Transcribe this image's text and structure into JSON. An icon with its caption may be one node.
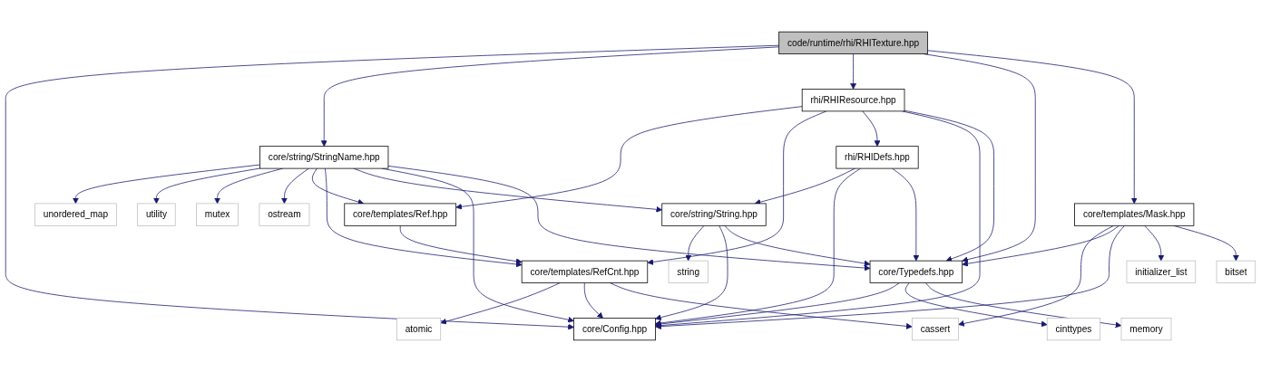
{
  "diagram": {
    "nodes": [
      {
        "text": [
          "code/runtime/rhi/RHITexture.hpp"
        ]
      },
      {
        "text": [
          "core/string/StringName.hpp"
        ]
      },
      {
        "text": [
          "rhi/RHIResource.hpp"
        ]
      },
      {
        "text": [
          "unordered_map"
        ]
      },
      {
        "text": [
          "utility"
        ]
      },
      {
        "text": [
          "mutex"
        ]
      },
      {
        "text": [
          "ostream"
        ]
      },
      {
        "text": [
          "core/templates/Ref.hpp"
        ]
      },
      {
        "text": [
          "rhi/RHIDefs.hpp"
        ]
      },
      {
        "text": [
          "core/templates/RefCnt.hpp"
        ]
      },
      {
        "text": [
          "core/string/String.hpp"
        ]
      },
      {
        "text": [
          "core/templates/Mask.hpp"
        ]
      },
      {
        "text": [
          "atomic"
        ]
      },
      {
        "text": [
          "string"
        ]
      },
      {
        "text": [
          "cassert"
        ]
      },
      {
        "text": [
          "core/Typedefs.hpp"
        ]
      },
      {
        "text": [
          "initializer_list"
        ]
      },
      {
        "text": [
          "bitset"
        ]
      },
      {
        "text": [
          "cinttypes"
        ]
      },
      {
        "text": [
          "memory"
        ]
      },
      {
        "text": [
          "core/Config.hpp"
        ]
      }
    ],
    "edges": [
      {
        "from": 0,
        "to": 20,
        "arrow": "to"
      },
      {
        "from": 0,
        "to": 1,
        "arrow": "to"
      },
      {
        "from": 0,
        "to": 2,
        "arrow": "to"
      },
      {
        "from": 0,
        "to": 15,
        "arrow": "to"
      },
      {
        "from": 0,
        "to": 11,
        "arrow": "to"
      },
      {
        "from": 1,
        "to": 3,
        "arrow": "to"
      },
      {
        "from": 1,
        "to": 4,
        "arrow": "to"
      },
      {
        "from": 1,
        "to": 5,
        "arrow": "to"
      },
      {
        "from": 1,
        "to": 6,
        "arrow": "to"
      },
      {
        "from": 1,
        "to": 7,
        "arrow": "to"
      },
      {
        "from": 1,
        "to": 9,
        "arrow": "to"
      },
      {
        "from": 1,
        "to": 10,
        "arrow": "to"
      },
      {
        "from": 1,
        "to": 20,
        "arrow": "to"
      },
      {
        "from": 1,
        "to": 15,
        "arrow": "to"
      },
      {
        "from": 2,
        "to": 7,
        "arrow": "to"
      },
      {
        "from": 2,
        "to": 9,
        "arrow": "to"
      },
      {
        "from": 2,
        "to": 8,
        "arrow": "to"
      },
      {
        "from": 2,
        "to": 20,
        "arrow": "to"
      },
      {
        "from": 2,
        "to": 15,
        "arrow": "to"
      },
      {
        "from": 7,
        "to": 9,
        "arrow": "to"
      },
      {
        "from": 8,
        "to": 10,
        "arrow": "to"
      },
      {
        "from": 8,
        "to": 20,
        "arrow": "to"
      },
      {
        "from": 8,
        "to": 15,
        "arrow": "to"
      },
      {
        "from": 9,
        "to": 12,
        "arrow": "to"
      },
      {
        "from": 9,
        "to": 20,
        "arrow": "to"
      },
      {
        "from": 9,
        "to": 14,
        "arrow": "to"
      },
      {
        "from": 10,
        "to": 13,
        "arrow": "to"
      },
      {
        "from": 10,
        "to": 20,
        "arrow": "to"
      },
      {
        "from": 10,
        "to": 15,
        "arrow": "to"
      },
      {
        "from": 11,
        "to": 14,
        "arrow": "to"
      },
      {
        "from": 11,
        "to": 15,
        "arrow": "to"
      },
      {
        "from": 11,
        "to": 20,
        "arrow": "to"
      },
      {
        "from": 11,
        "to": 16,
        "arrow": "to"
      },
      {
        "from": 11,
        "to": 17,
        "arrow": "to"
      },
      {
        "from": 15,
        "to": 20,
        "arrow": "to"
      },
      {
        "from": 15,
        "to": 18,
        "arrow": "to"
      },
      {
        "from": 15,
        "to": 19,
        "arrow": "to"
      }
    ]
  }
}
